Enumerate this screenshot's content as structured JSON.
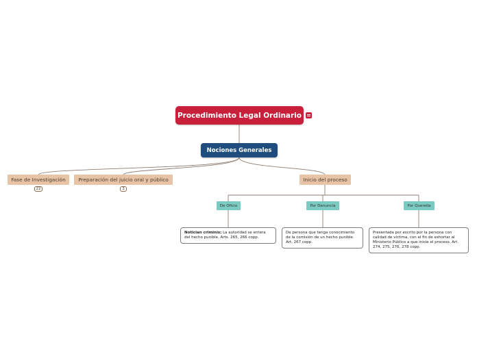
{
  "colors": {
    "root": "#c8203a",
    "main": "#1f4d7e",
    "topic": "#e8c4a7",
    "sub": "#7ccbc3",
    "connector": "#8c7b70"
  },
  "root": {
    "label": "Procedimiento Legal Ordinario",
    "note_icon": "note-icon"
  },
  "main": {
    "label": "Nociones Generales"
  },
  "topics": [
    {
      "label": "Fase de Investigación",
      "badge": "22"
    },
    {
      "label": "Preparación del juicio oral y público",
      "badge": "3"
    },
    {
      "label": "Inicio del proceso"
    }
  ],
  "subtopics": [
    {
      "label": "De Oficio",
      "leaf_bold": "Notician criminis:",
      "leaf_text": " La autoridad se entera del hecho punible. Arts. 265, 266 copp."
    },
    {
      "label": "Por Denuncia",
      "leaf_text": "De persona que tenga conocimiento de la comisión de un hecho punible. Art. 267 copp."
    },
    {
      "label": "Por Querella",
      "leaf_text": "Presentada por escrito por la persona con calidad de víctima, con el fin de exhortar al Ministerio Público a que inicie el proceso. Art. 274, 275, 276, 278 copp."
    }
  ]
}
